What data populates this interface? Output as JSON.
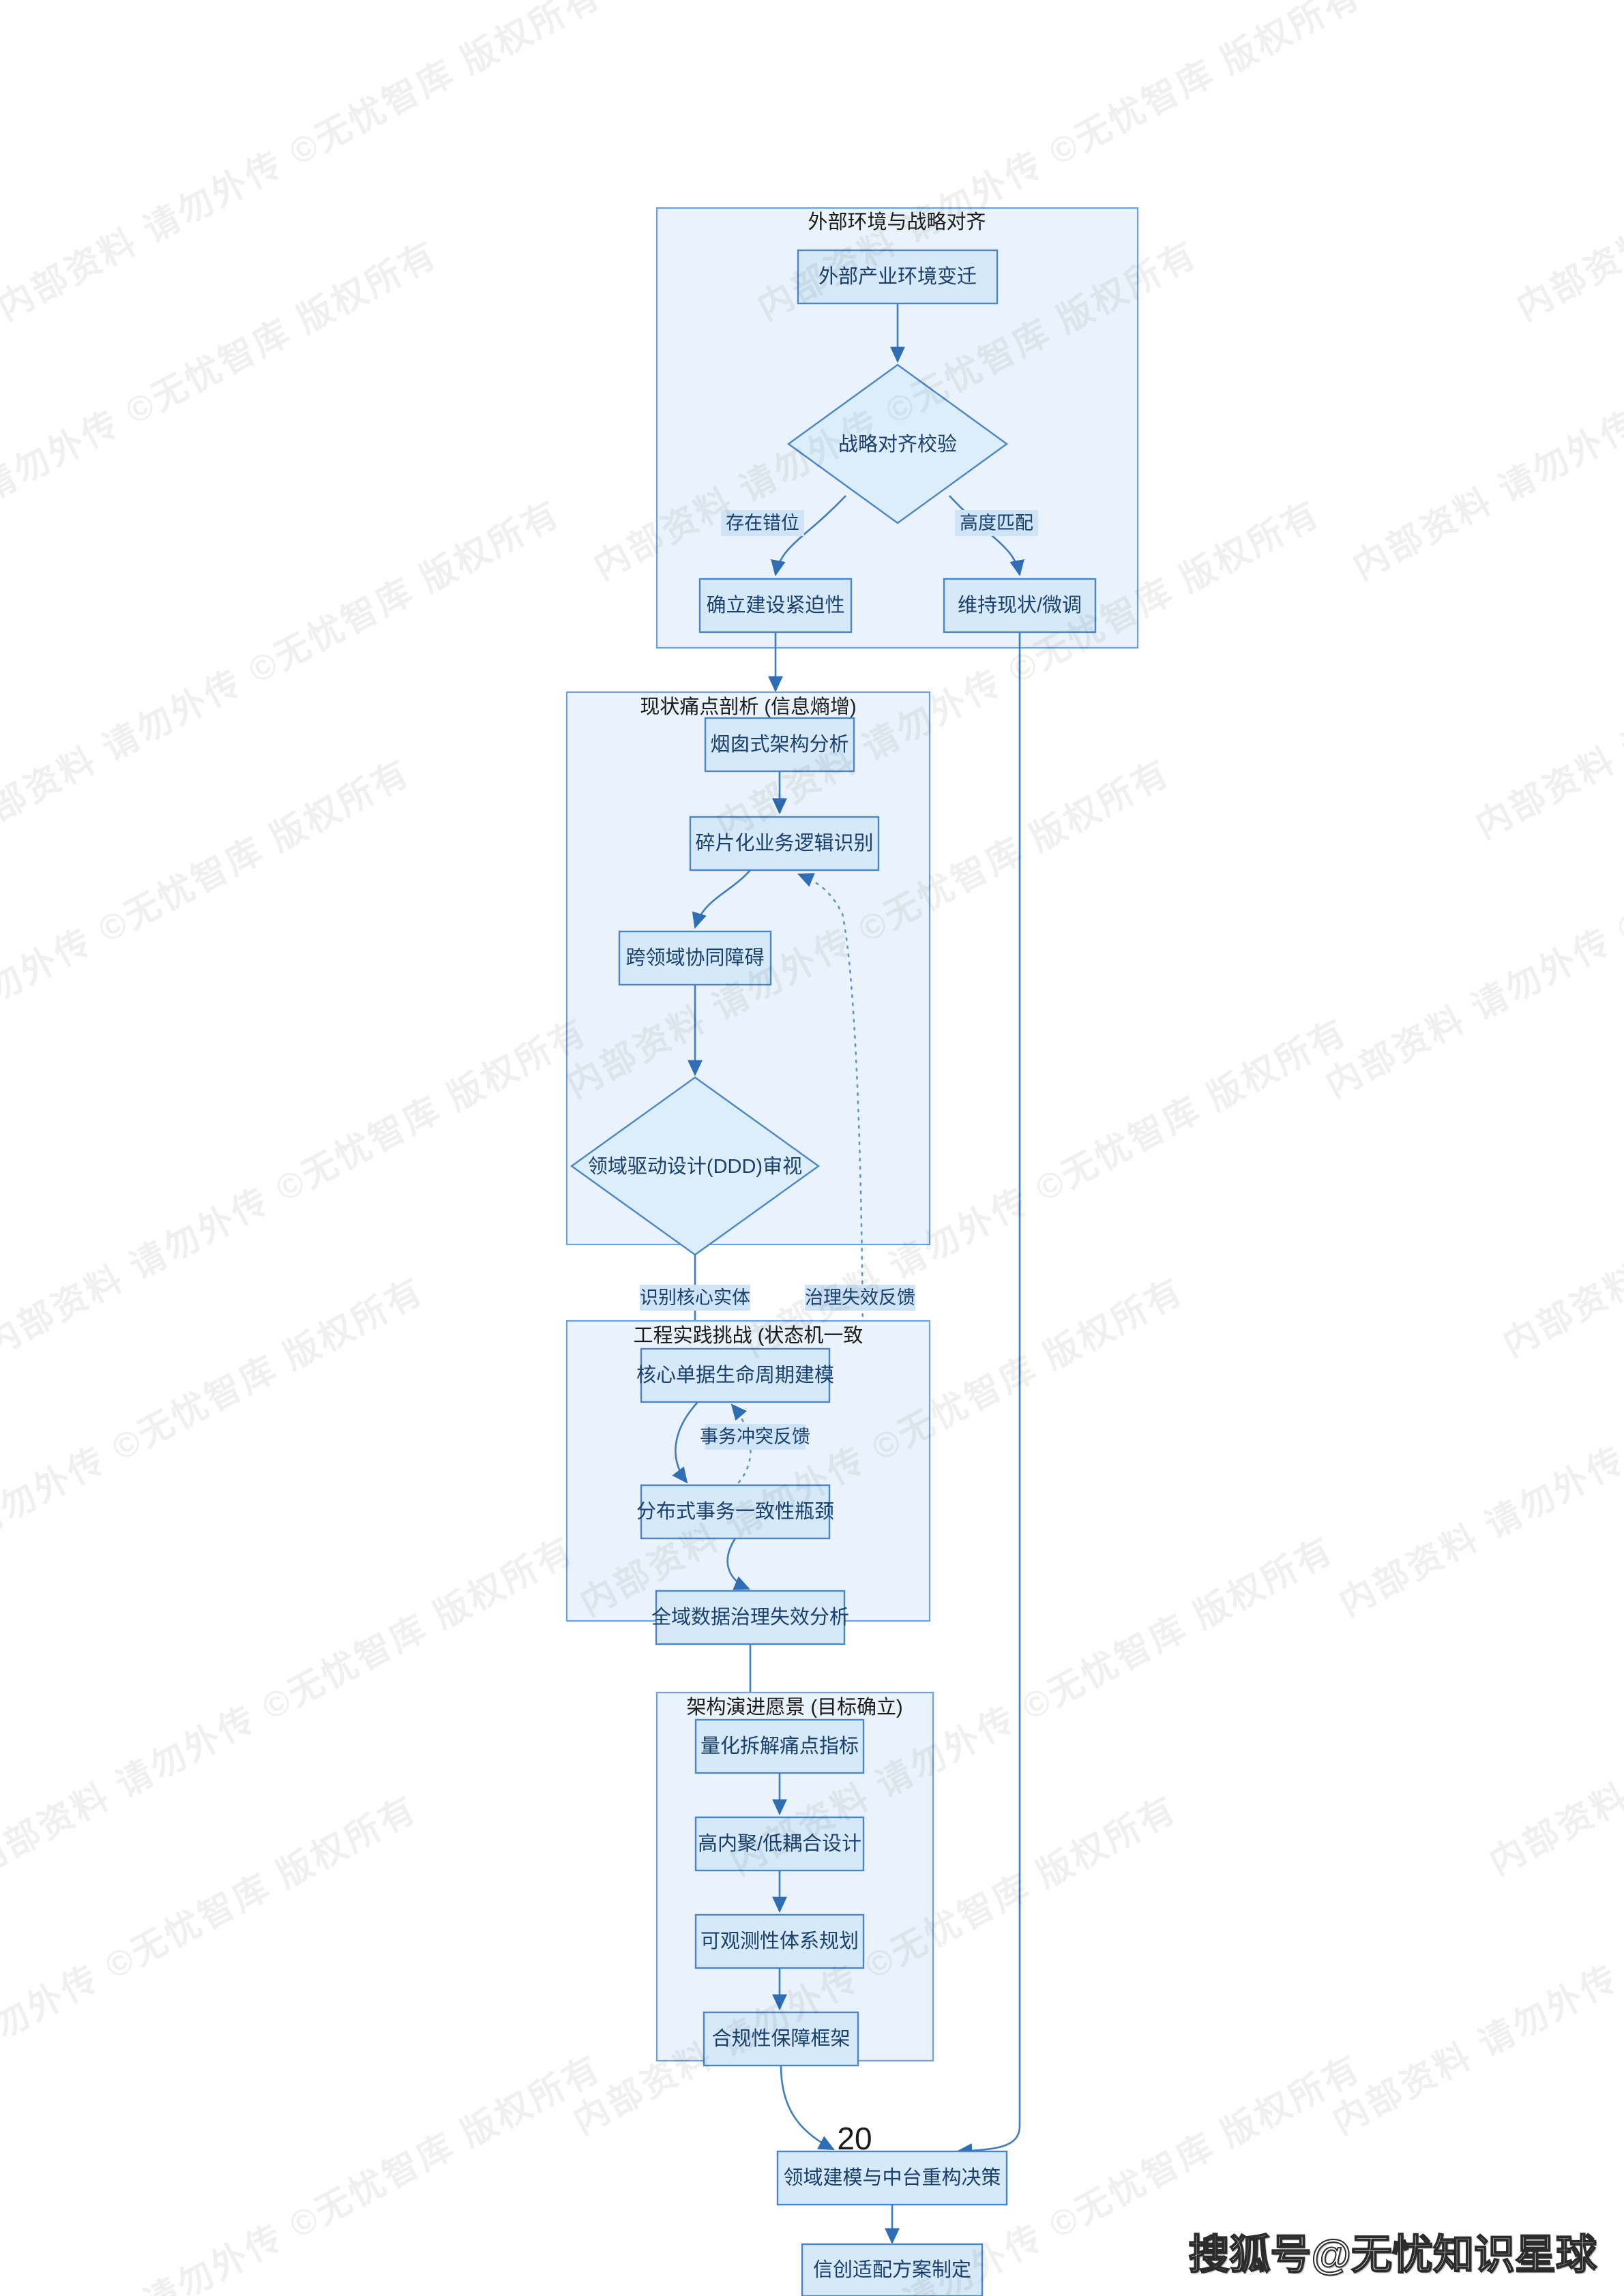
{
  "page": {
    "page_number": "20",
    "brand": "搜狐号@无忧知识星球",
    "watermark_text": "内部资料 请勿外传 ©无忧智库 版权所有"
  },
  "colors": {
    "cluster_fill": "#eaf3fb",
    "cluster_stroke": "#6ba3dd",
    "node_fill": "#d6e9f8",
    "node_stroke": "#4a86c8",
    "edge_stroke": "#3f7cc0",
    "node_text": "#19406e",
    "cluster_title_text": "#1a1a1a",
    "edge_label_bg": "#cfe4f7"
  },
  "chart_data": {
    "type": "diagram",
    "title": "架构演进与中台重构决策流程",
    "clusters": [
      {
        "id": "c1",
        "title": "外部环境与战略对齐",
        "nodes": [
          "n1",
          "n2",
          "n3",
          "n4"
        ]
      },
      {
        "id": "c2",
        "title": "现状痛点剖析 (信息熵增)",
        "nodes": [
          "n5",
          "n6",
          "n7",
          "n8"
        ]
      },
      {
        "id": "c3",
        "title": "工程实践挑战 (状态机一致",
        "nodes": [
          "n9",
          "n10",
          "n11"
        ]
      },
      {
        "id": "c4",
        "title": "架构演进愿景 (目标确立)",
        "nodes": [
          "n12",
          "n13",
          "n14",
          "n15"
        ]
      }
    ],
    "nodes": [
      {
        "id": "n1",
        "label": "外部产业环境变迁",
        "shape": "rect"
      },
      {
        "id": "n2",
        "label": "战略对齐校验",
        "shape": "diamond"
      },
      {
        "id": "n3",
        "label": "确立建设紧迫性",
        "shape": "rect"
      },
      {
        "id": "n4",
        "label": "维持现状/微调",
        "shape": "rect"
      },
      {
        "id": "n5",
        "label": "烟囱式架构分析",
        "shape": "rect"
      },
      {
        "id": "n6",
        "label": "碎片化业务逻辑识别",
        "shape": "rect"
      },
      {
        "id": "n7",
        "label": "跨领域协同障碍",
        "shape": "rect"
      },
      {
        "id": "n8",
        "label": "领域驱动设计(DDD)审视",
        "shape": "diamond"
      },
      {
        "id": "n9",
        "label": "核心单据生命周期建模",
        "shape": "rect"
      },
      {
        "id": "n10",
        "label": "分布式事务一致性瓶颈",
        "shape": "rect"
      },
      {
        "id": "n11",
        "label": "全域数据治理失效分析",
        "shape": "rect"
      },
      {
        "id": "n12",
        "label": "量化拆解痛点指标",
        "shape": "rect"
      },
      {
        "id": "n13",
        "label": "高内聚/低耦合设计",
        "shape": "rect"
      },
      {
        "id": "n14",
        "label": "可观测性体系规划",
        "shape": "rect"
      },
      {
        "id": "n15",
        "label": "合规性保障框架",
        "shape": "rect"
      },
      {
        "id": "n16",
        "label": "领域建模与中台重构决策",
        "shape": "rect"
      },
      {
        "id": "n17",
        "label": "信创适配方案制定",
        "shape": "rect"
      }
    ],
    "edges": [
      {
        "from": "n1",
        "to": "n2",
        "label": "",
        "style": "solid"
      },
      {
        "from": "n2",
        "to": "n3",
        "label": "存在错位",
        "style": "solid"
      },
      {
        "from": "n2",
        "to": "n4",
        "label": "高度匹配",
        "style": "solid"
      },
      {
        "from": "n3",
        "to": "n5",
        "label": "",
        "style": "solid"
      },
      {
        "from": "n4",
        "to": "n16",
        "label": "",
        "style": "solid"
      },
      {
        "from": "n5",
        "to": "n6",
        "label": "",
        "style": "solid"
      },
      {
        "from": "n6",
        "to": "n7",
        "label": "",
        "style": "solid"
      },
      {
        "from": "n7",
        "to": "n8",
        "label": "",
        "style": "solid"
      },
      {
        "from": "n8",
        "to": "n9",
        "label": "识别核心实体",
        "style": "solid"
      },
      {
        "from": "n11",
        "to": "n6",
        "label": "治理失效反馈",
        "style": "dotted"
      },
      {
        "from": "n9",
        "to": "n10",
        "label": "",
        "style": "solid"
      },
      {
        "from": "n10",
        "to": "n9",
        "label": "事务冲突反馈",
        "style": "dotted"
      },
      {
        "from": "n10",
        "to": "n11",
        "label": "",
        "style": "solid"
      },
      {
        "from": "n11",
        "to": "n12",
        "label": "",
        "style": "solid"
      },
      {
        "from": "n12",
        "to": "n13",
        "label": "",
        "style": "solid"
      },
      {
        "from": "n13",
        "to": "n14",
        "label": "",
        "style": "solid"
      },
      {
        "from": "n14",
        "to": "n15",
        "label": "",
        "style": "solid"
      },
      {
        "from": "n15",
        "to": "n16",
        "label": "",
        "style": "solid"
      },
      {
        "from": "n16",
        "to": "n17",
        "label": "",
        "style": "solid"
      }
    ],
    "edge_labels": [
      "存在错位",
      "高度匹配",
      "识别核心实体",
      "治理失效反馈",
      "事务冲突反馈"
    ]
  }
}
